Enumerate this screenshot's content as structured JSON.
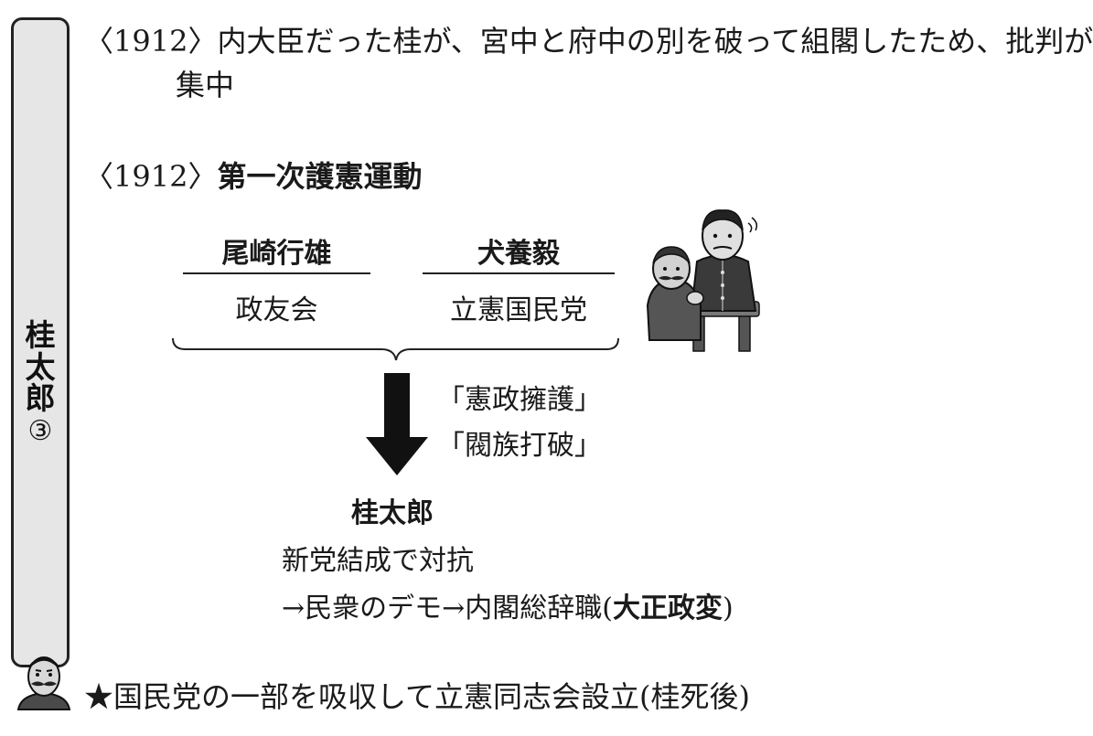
{
  "sidebar": {
    "title_chars": [
      "桂",
      "太",
      "郎"
    ],
    "number": "③"
  },
  "lines": {
    "line1": "〈1912〉内大臣だった桂が、宮中と府中の別を破って組閣したため、批判が",
    "line1_cont": "集中",
    "line2_year": "〈1912〉",
    "line2_title": "第一次護憲運動"
  },
  "movement": {
    "left": {
      "name": "尾崎行雄",
      "party": "政友会"
    },
    "right": {
      "name": "犬養毅",
      "party": "立憲国民党"
    },
    "slogans": [
      "「憲政擁護」",
      "「閥族打破」"
    ]
  },
  "result": {
    "name": "桂太郎",
    "line1": "新党結成で対抗",
    "line2_prefix": "→民衆のデモ→内閣総辞職(",
    "line2_bold": "大正政変",
    "line2_suffix": ")"
  },
  "footer": "★国民党の一部を吸収して立憲同志会設立(桂死後)",
  "icons": {
    "portrait": "katsura-portrait-icon",
    "illustration": "two-politicians-illustration",
    "arrow": "down-arrow-icon",
    "brace": "brace-icon"
  }
}
